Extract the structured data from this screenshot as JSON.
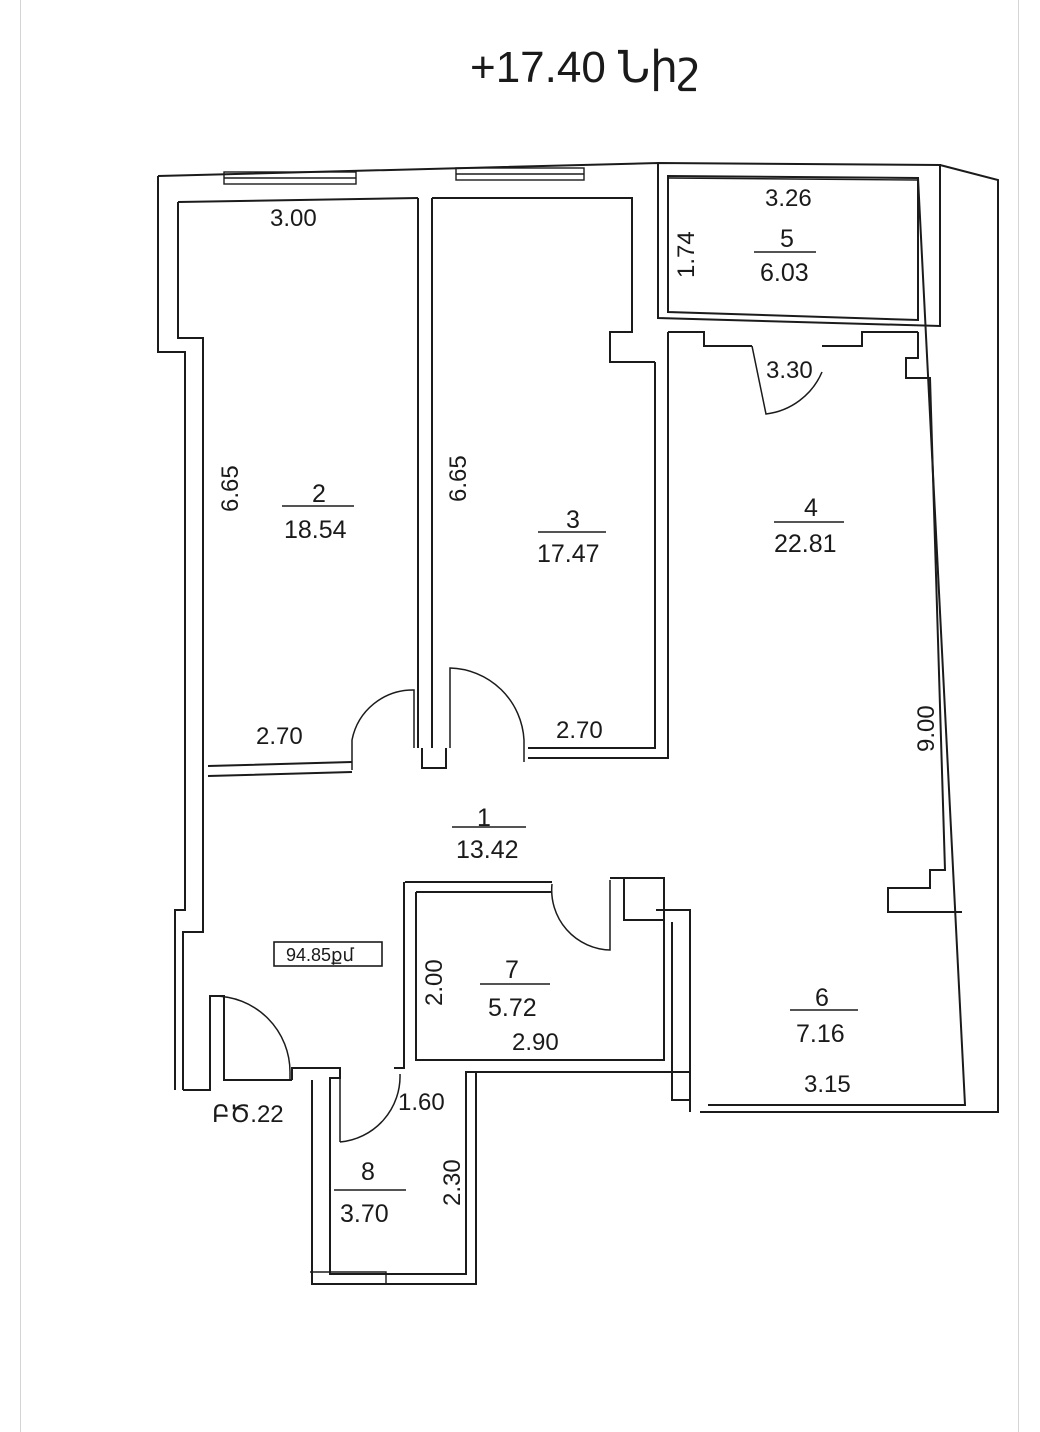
{
  "header": {
    "floor_mark": "+17.40 Նիշ"
  },
  "plan": {
    "total_area_badge": "94.85քմ",
    "floor_height_label": "ԲԾ.22",
    "rooms": [
      {
        "number": "1",
        "area": "13.42"
      },
      {
        "number": "2",
        "area": "18.54"
      },
      {
        "number": "3",
        "area": "17.47"
      },
      {
        "number": "4",
        "area": "22.81"
      },
      {
        "number": "5",
        "area": "6.03"
      },
      {
        "number": "6",
        "area": "7.16"
      },
      {
        "number": "7",
        "area": "5.72"
      },
      {
        "number": "8",
        "area": "3.70"
      }
    ],
    "dimensions": {
      "room2_top": "3.00",
      "room2_side": "6.65",
      "room2_bottom": "2.70",
      "room3_side": "6.65",
      "room3_bottom": "2.70",
      "room5_top": "3.26",
      "room5_side": "1.74",
      "room4_top": "3.30",
      "room4_side": "9.00",
      "room7_side": "2.00",
      "room7_bottom": "2.90",
      "room6_bottom": "3.15",
      "room8_top": "1.60",
      "room8_side": "2.30"
    }
  }
}
